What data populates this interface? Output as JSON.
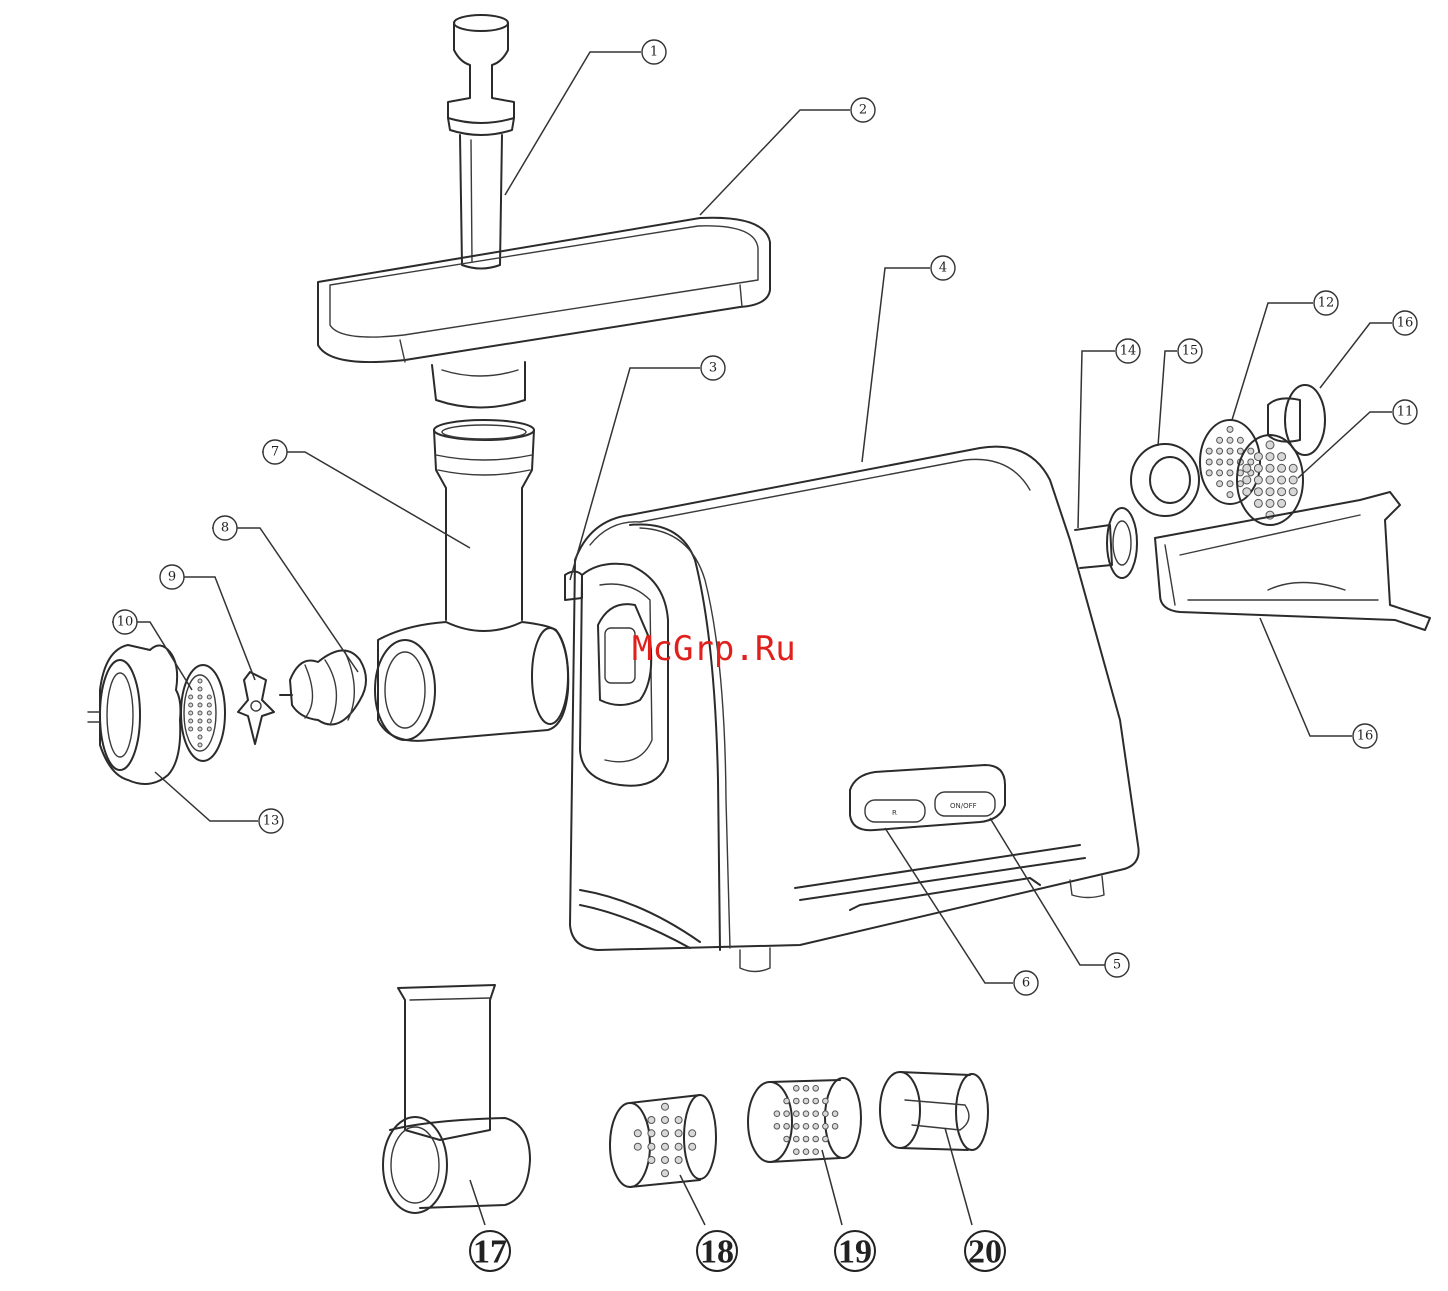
{
  "watermark": "McGrp.Ru",
  "buttons": {
    "reverse": "R",
    "onoff": "ON/OFF"
  },
  "callouts": [
    {
      "id": "c1",
      "label": "1"
    },
    {
      "id": "c2",
      "label": "2"
    },
    {
      "id": "c3",
      "label": "3"
    },
    {
      "id": "c4",
      "label": "4"
    },
    {
      "id": "c5",
      "label": "5"
    },
    {
      "id": "c6",
      "label": "6"
    },
    {
      "id": "c7",
      "label": "7"
    },
    {
      "id": "c8",
      "label": "8"
    },
    {
      "id": "c9",
      "label": "9"
    },
    {
      "id": "c10",
      "label": "10"
    },
    {
      "id": "c11",
      "label": "11"
    },
    {
      "id": "c12",
      "label": "12"
    },
    {
      "id": "c13",
      "label": "13"
    },
    {
      "id": "c14",
      "label": "14"
    },
    {
      "id": "c15",
      "label": "15"
    },
    {
      "id": "c16a",
      "label": "16"
    },
    {
      "id": "c16b",
      "label": "16"
    }
  ],
  "attachments": [
    {
      "id": "a17",
      "label": "17"
    },
    {
      "id": "a18",
      "label": "18"
    },
    {
      "id": "a19",
      "label": "19"
    },
    {
      "id": "a20",
      "label": "20"
    }
  ]
}
